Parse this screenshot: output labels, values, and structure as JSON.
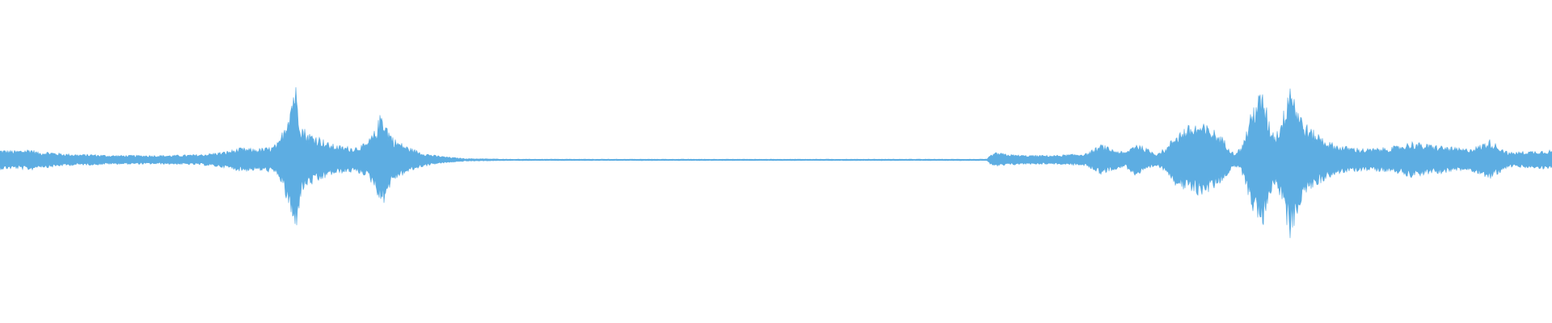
{
  "waveform": {
    "color": "#5dade2",
    "background": "#ffffff",
    "envelope": [
      [
        0.0,
        0.11
      ],
      [
        0.01,
        0.1
      ],
      [
        0.02,
        0.12
      ],
      [
        0.025,
        0.08
      ],
      [
        0.03,
        0.09
      ],
      [
        0.04,
        0.07
      ],
      [
        0.05,
        0.06
      ],
      [
        0.06,
        0.06
      ],
      [
        0.07,
        0.05
      ],
      [
        0.08,
        0.05
      ],
      [
        0.095,
        0.05
      ],
      [
        0.11,
        0.05
      ],
      [
        0.13,
        0.06
      ],
      [
        0.145,
        0.09
      ],
      [
        0.155,
        0.13
      ],
      [
        0.165,
        0.12
      ],
      [
        0.175,
        0.14
      ],
      [
        0.18,
        0.2
      ],
      [
        0.186,
        0.55
      ],
      [
        0.19,
        0.88
      ],
      [
        0.194,
        0.4
      ],
      [
        0.198,
        0.3
      ],
      [
        0.202,
        0.28
      ],
      [
        0.206,
        0.25
      ],
      [
        0.212,
        0.18
      ],
      [
        0.22,
        0.15
      ],
      [
        0.228,
        0.14
      ],
      [
        0.236,
        0.18
      ],
      [
        0.242,
        0.33
      ],
      [
        0.246,
        0.55
      ],
      [
        0.25,
        0.35
      ],
      [
        0.254,
        0.23
      ],
      [
        0.258,
        0.19
      ],
      [
        0.262,
        0.15
      ],
      [
        0.266,
        0.12
      ],
      [
        0.272,
        0.08
      ],
      [
        0.28,
        0.05
      ],
      [
        0.29,
        0.03
      ],
      [
        0.3,
        0.015
      ],
      [
        0.33,
        0.008
      ],
      [
        0.4,
        0.008
      ],
      [
        0.5,
        0.008
      ],
      [
        0.6,
        0.008
      ],
      [
        0.636,
        0.008
      ],
      [
        0.638,
        0.05
      ],
      [
        0.642,
        0.08
      ],
      [
        0.65,
        0.06
      ],
      [
        0.66,
        0.05
      ],
      [
        0.68,
        0.05
      ],
      [
        0.7,
        0.07
      ],
      [
        0.71,
        0.17
      ],
      [
        0.716,
        0.12
      ],
      [
        0.725,
        0.08
      ],
      [
        0.732,
        0.19
      ],
      [
        0.738,
        0.13
      ],
      [
        0.745,
        0.07
      ],
      [
        0.752,
        0.14
      ],
      [
        0.757,
        0.28
      ],
      [
        0.764,
        0.36
      ],
      [
        0.772,
        0.4
      ],
      [
        0.78,
        0.36
      ],
      [
        0.788,
        0.24
      ],
      [
        0.795,
        0.07
      ],
      [
        0.8,
        0.14
      ],
      [
        0.804,
        0.38
      ],
      [
        0.809,
        0.68
      ],
      [
        0.814,
        0.74
      ],
      [
        0.818,
        0.4
      ],
      [
        0.822,
        0.28
      ],
      [
        0.827,
        0.52
      ],
      [
        0.831,
        0.93
      ],
      [
        0.836,
        0.6
      ],
      [
        0.84,
        0.42
      ],
      [
        0.845,
        0.33
      ],
      [
        0.85,
        0.28
      ],
      [
        0.856,
        0.2
      ],
      [
        0.862,
        0.16
      ],
      [
        0.87,
        0.14
      ],
      [
        0.88,
        0.12
      ],
      [
        0.89,
        0.13
      ],
      [
        0.9,
        0.15
      ],
      [
        0.91,
        0.2
      ],
      [
        0.918,
        0.17
      ],
      [
        0.926,
        0.16
      ],
      [
        0.934,
        0.14
      ],
      [
        0.944,
        0.12
      ],
      [
        0.952,
        0.15
      ],
      [
        0.96,
        0.22
      ],
      [
        0.966,
        0.15
      ],
      [
        0.972,
        0.08
      ],
      [
        0.98,
        0.09
      ],
      [
        0.99,
        0.1
      ],
      [
        1.0,
        0.11
      ]
    ]
  }
}
